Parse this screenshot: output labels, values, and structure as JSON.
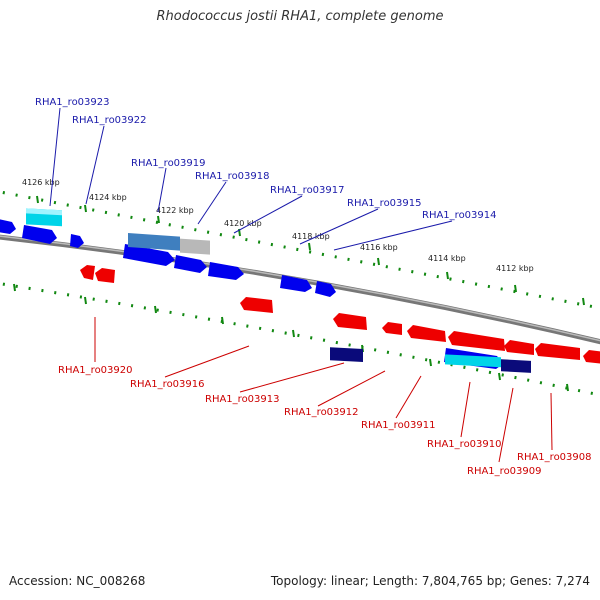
{
  "title": "Rhodococcus jostii RHA1, complete genome",
  "footer": {
    "accession": "Accession: NC_008268",
    "topology": "Topology: linear; Length: 7,804,765 bp; Genes: 7,274"
  },
  "colors": {
    "plus_strand": "#0000ee",
    "minus_strand": "#ee0000",
    "plus_label": "#1a1aaa",
    "minus_label": "#cc0000",
    "tick": "#118811",
    "axis": "#888888"
  },
  "ticks": [
    "4126 kbp",
    "4124 kbp",
    "4122 kbp",
    "4120 kbp",
    "4118 kbp",
    "4116 kbp",
    "4114 kbp",
    "4112 kbp"
  ],
  "labels_plus": [
    "RHA1_ro03923",
    "RHA1_ro03922",
    "RHA1_ro03919",
    "RHA1_ro03918",
    "RHA1_ro03917",
    "RHA1_ro03915",
    "RHA1_ro03914"
  ],
  "labels_minus": [
    "RHA1_ro03920",
    "RHA1_ro03916",
    "RHA1_ro03913",
    "RHA1_ro03912",
    "RHA1_ro03911",
    "RHA1_ro03910",
    "RHA1_ro03909",
    "RHA1_ro03908"
  ]
}
